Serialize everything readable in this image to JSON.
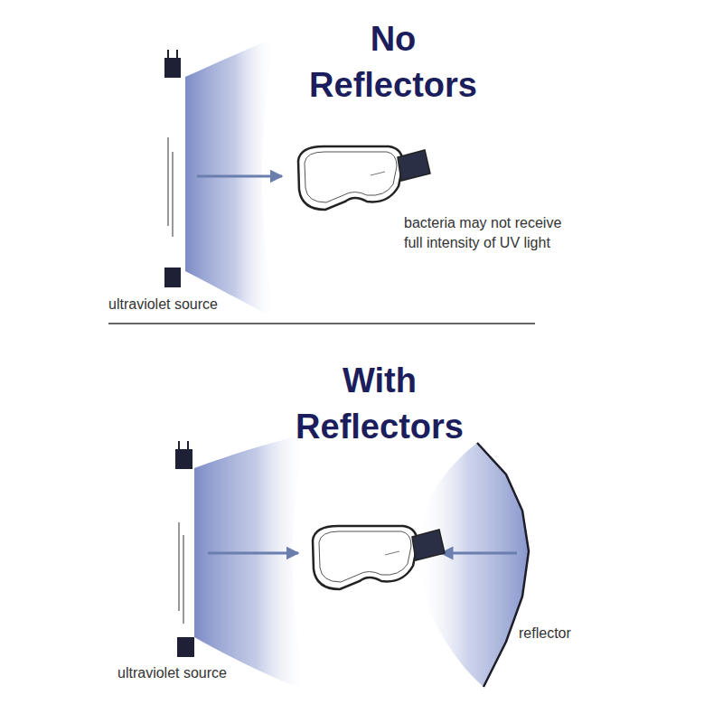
{
  "diagram": {
    "labels": [
      "No Reflectors",
      "bacteria may not receive full intensity of UV light",
      "ultraviolet source",
      "With Reflectors",
      "ultraviolet source",
      "reflector"
    ]
  }
}
